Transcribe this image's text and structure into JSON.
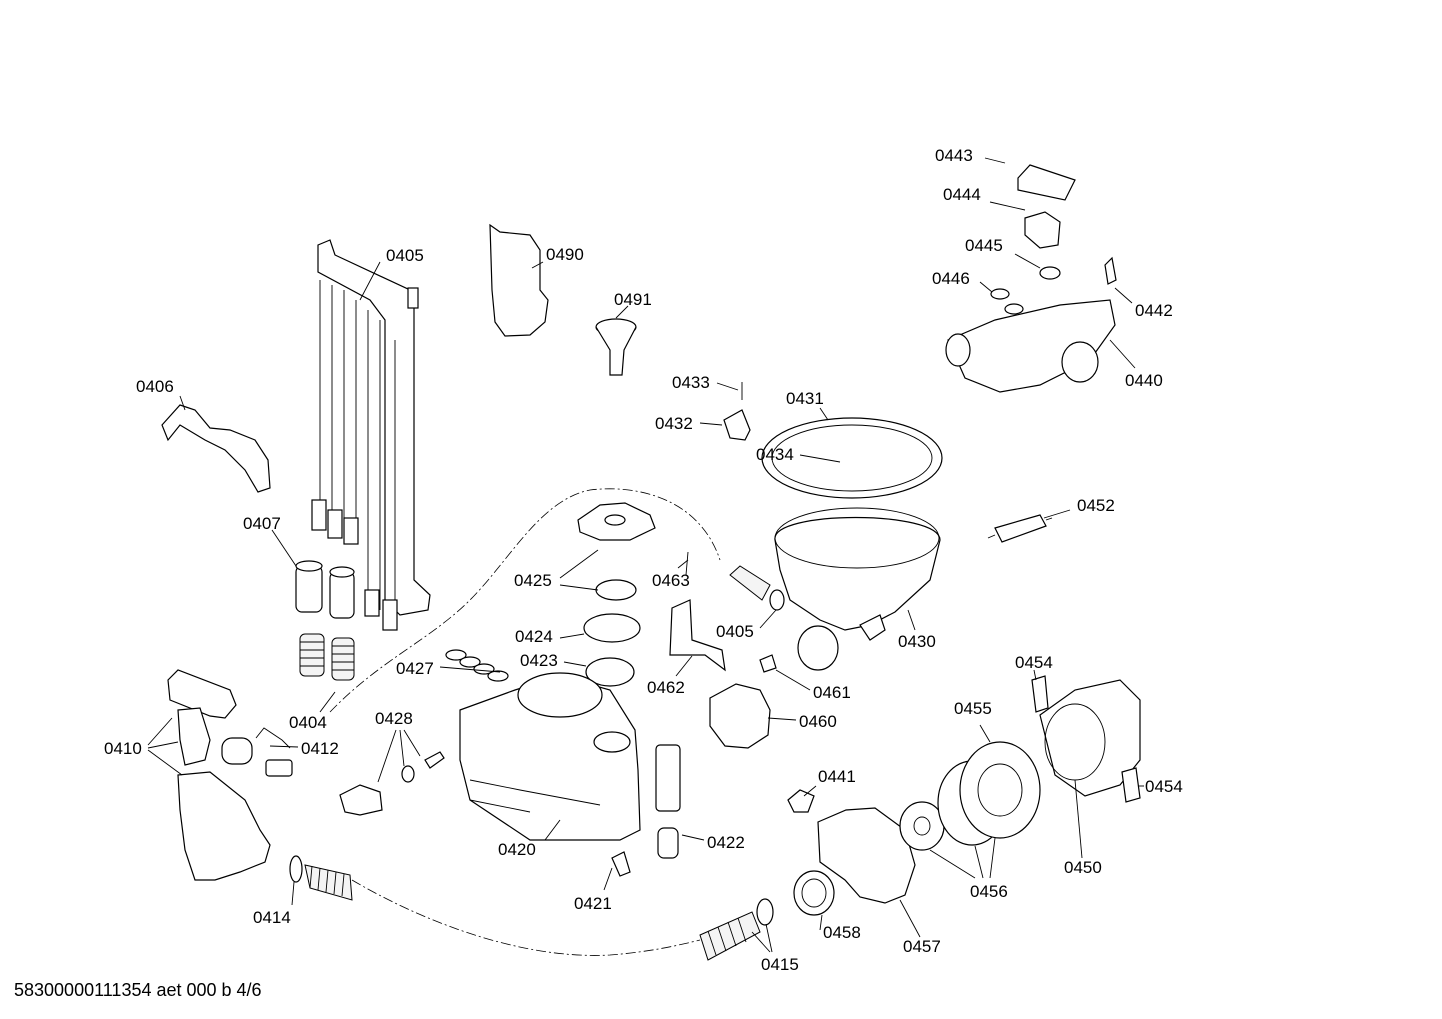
{
  "diagram": {
    "labels": [
      {
        "id": "0405a",
        "text": "0405"
      },
      {
        "id": "0490",
        "text": "0490"
      },
      {
        "id": "0491",
        "text": "0491"
      },
      {
        "id": "0406",
        "text": "0406"
      },
      {
        "id": "0407",
        "text": "0407"
      },
      {
        "id": "0404",
        "text": "0404"
      },
      {
        "id": "0410",
        "text": "0410"
      },
      {
        "id": "0412",
        "text": "0412"
      },
      {
        "id": "0414",
        "text": "0414"
      },
      {
        "id": "0428",
        "text": "0428"
      },
      {
        "id": "0427",
        "text": "0427"
      },
      {
        "id": "0425",
        "text": "0425"
      },
      {
        "id": "0424",
        "text": "0424"
      },
      {
        "id": "0423",
        "text": "0423"
      },
      {
        "id": "0420",
        "text": "0420"
      },
      {
        "id": "0421",
        "text": "0421"
      },
      {
        "id": "0422",
        "text": "0422"
      },
      {
        "id": "0462",
        "text": "0462"
      },
      {
        "id": "0463",
        "text": "0463"
      },
      {
        "id": "0405b",
        "text": "0405"
      },
      {
        "id": "0433",
        "text": "0433"
      },
      {
        "id": "0432",
        "text": "0432"
      },
      {
        "id": "0431",
        "text": "0431"
      },
      {
        "id": "0434",
        "text": "0434"
      },
      {
        "id": "0430",
        "text": "0430"
      },
      {
        "id": "0461",
        "text": "0461"
      },
      {
        "id": "0460",
        "text": "0460"
      },
      {
        "id": "0441",
        "text": "0441"
      },
      {
        "id": "0458",
        "text": "0458"
      },
      {
        "id": "0457",
        "text": "0457"
      },
      {
        "id": "0415",
        "text": "0415"
      },
      {
        "id": "0456",
        "text": "0456"
      },
      {
        "id": "0455",
        "text": "0455"
      },
      {
        "id": "0454a",
        "text": "0454"
      },
      {
        "id": "0454b",
        "text": "0454"
      },
      {
        "id": "0450",
        "text": "0450"
      },
      {
        "id": "0452",
        "text": "0452"
      },
      {
        "id": "0443",
        "text": "0443"
      },
      {
        "id": "0444",
        "text": "0444"
      },
      {
        "id": "0445",
        "text": "0445"
      },
      {
        "id": "0446",
        "text": "0446"
      },
      {
        "id": "0442",
        "text": "0442"
      },
      {
        "id": "0440",
        "text": "0440"
      }
    ]
  },
  "footer": {
    "document_code": "58300000111354 aet 000 b 4/6"
  }
}
